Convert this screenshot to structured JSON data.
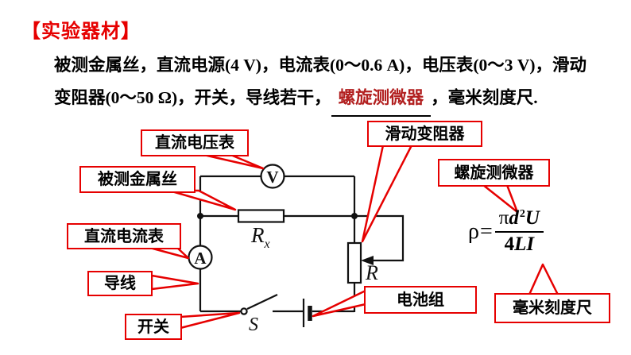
{
  "title": "【实验器材】",
  "body": {
    "line1": "被测金属丝，直流电源(4 V)，电流表(0～0.6 A)，电压表(0～3 V)，滑动",
    "line2_pre": "变阻器(0～50 Ω)，开关，导线若干，",
    "line2_blank": "螺旋测微器",
    "line2_post": "，毫米刻度尺."
  },
  "labels": {
    "voltmeter": "直流电压表",
    "wire_under_test": "被测金属丝",
    "ammeter": "直流电流表",
    "lead_wire": "导线",
    "switch": "开关",
    "rheostat": "滑动变阻器",
    "micrometer": "螺旋测微器",
    "battery": "电池组",
    "ruler": "毫米刻度尺"
  },
  "circuit": {
    "voltmeter_symbol": "V",
    "ammeter_symbol": "A",
    "resistor_label": "R",
    "resistor_sub": "x",
    "rheostat_label": "R",
    "switch_label": "S"
  },
  "formula": {
    "lhs": "ρ=",
    "pi": "π",
    "d": "d",
    "sup": "2",
    "U": "U",
    "four": "4",
    "LI": "LI"
  },
  "colors": {
    "accent_red": "#e60000",
    "answer_red": "#b22020",
    "ink": "#111111"
  }
}
